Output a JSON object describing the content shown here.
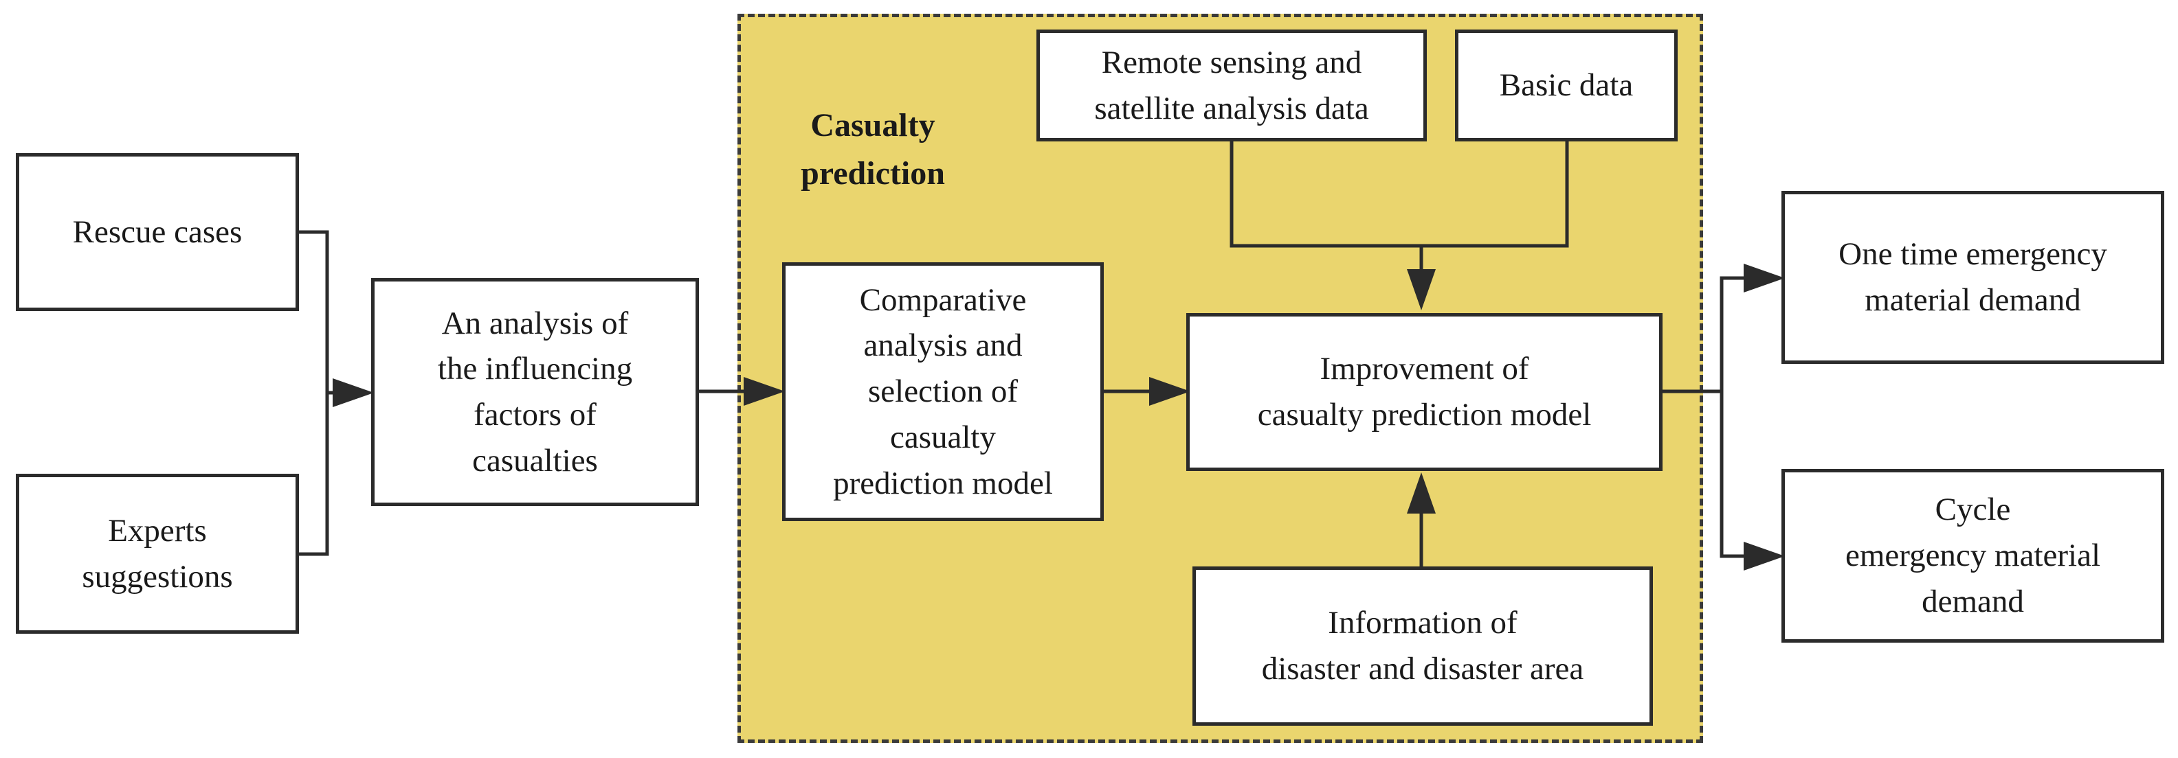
{
  "group": {
    "label_lines": [
      "Casualty",
      "prediction"
    ]
  },
  "nodes": {
    "rescue_cases": {
      "lines": [
        "Rescue cases"
      ]
    },
    "experts_suggestions": {
      "lines": [
        "Experts",
        "suggestions"
      ]
    },
    "influencing_factors": {
      "lines": [
        "An analysis of",
        "the influencing",
        "factors of",
        "casualties"
      ]
    },
    "comparative_analysis": {
      "lines": [
        "Comparative",
        "analysis and",
        "selection of",
        "casualty",
        "prediction model"
      ]
    },
    "remote_sensing": {
      "lines": [
        "Remote sensing and",
        "satellite analysis data"
      ]
    },
    "basic_data": {
      "lines": [
        "Basic data"
      ]
    },
    "improvement": {
      "lines": [
        "Improvement of",
        "casualty prediction model"
      ]
    },
    "disaster_info": {
      "lines": [
        "Information of",
        "disaster and disaster area"
      ]
    },
    "one_time_demand": {
      "lines": [
        "One time emergency",
        "material demand"
      ]
    },
    "cycle_demand": {
      "lines": [
        "Cycle",
        "emergency material",
        "demand"
      ]
    }
  },
  "edges": [
    {
      "from": "rescue_cases",
      "to": "influencing_factors"
    },
    {
      "from": "experts_suggestions",
      "to": "influencing_factors"
    },
    {
      "from": "influencing_factors",
      "to": "comparative_analysis"
    },
    {
      "from": "comparative_analysis",
      "to": "improvement"
    },
    {
      "from": "remote_sensing",
      "to": "improvement"
    },
    {
      "from": "basic_data",
      "to": "improvement"
    },
    {
      "from": "disaster_info",
      "to": "improvement"
    },
    {
      "from": "improvement",
      "to": "one_time_demand"
    },
    {
      "from": "improvement",
      "to": "cycle_demand"
    }
  ]
}
